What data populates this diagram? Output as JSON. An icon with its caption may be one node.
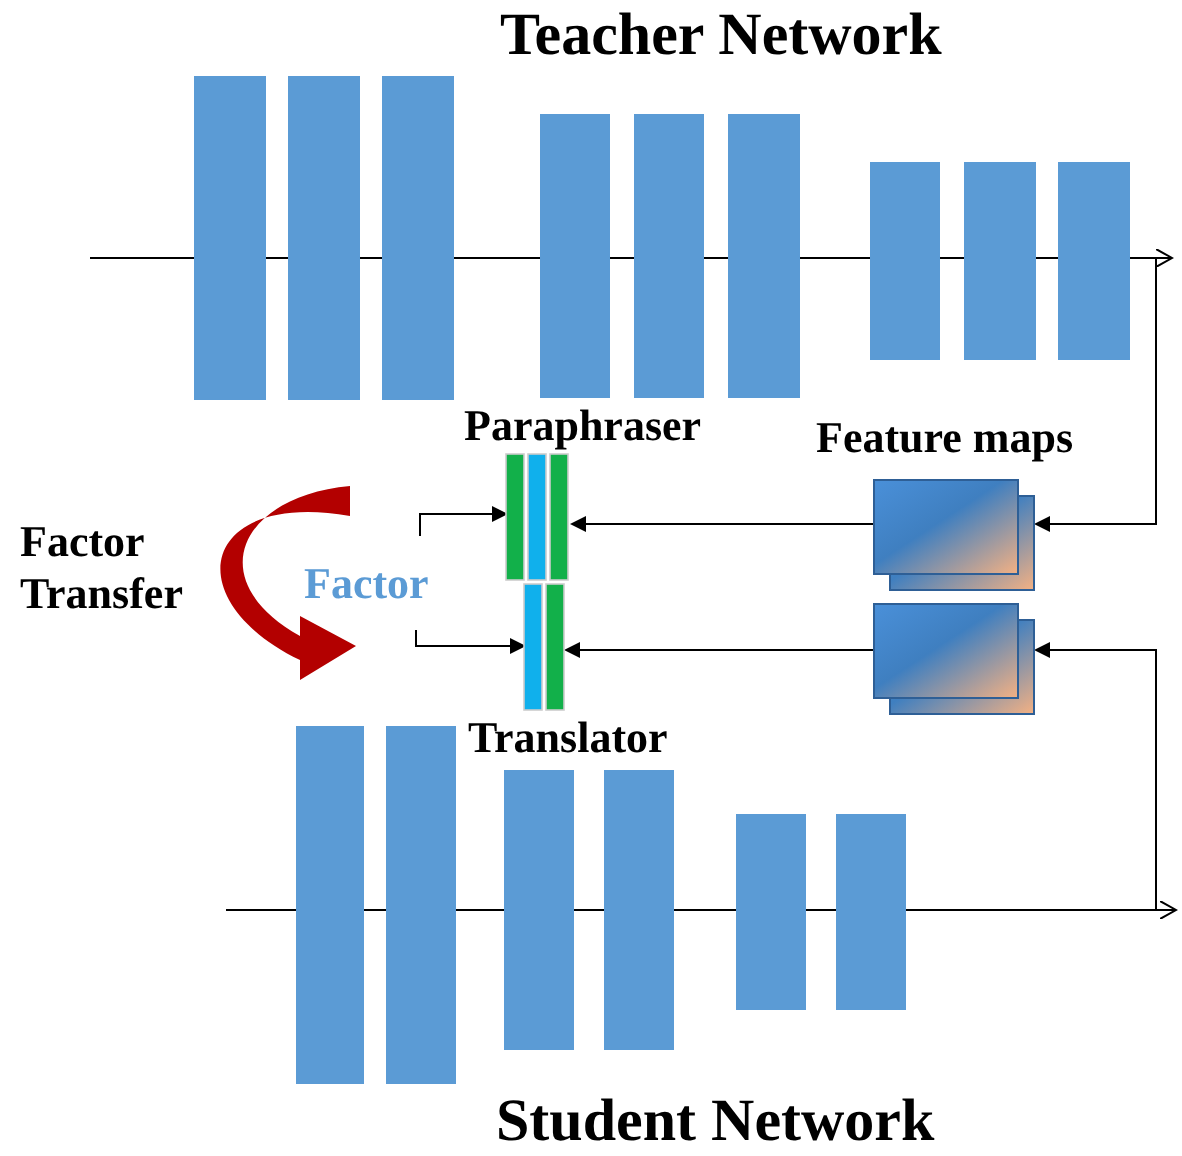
{
  "diagram": {
    "nodes": [
      {
        "text": [],
        "shape": "bar"
      },
      {
        "text": [],
        "shape": "bar"
      },
      {
        "text": [],
        "shape": "bar"
      },
      {
        "text": [],
        "shape": "bar"
      },
      {
        "text": [],
        "shape": "bar"
      },
      {
        "text": [],
        "shape": "bar"
      },
      {
        "text": [],
        "shape": "bar"
      },
      {
        "text": [],
        "shape": "bar"
      },
      {
        "text": [],
        "shape": "bar"
      },
      {
        "text": [
          "Paraphraser"
        ]
      },
      {
        "text": [
          "Feature maps"
        ]
      },
      {
        "text": [],
        "shape": "picture"
      },
      {
        "text": [
          "Translator"
        ]
      },
      {
        "text": [],
        "shape": "bar"
      },
      {
        "text": [],
        "shape": "bar"
      },
      {
        "text": [],
        "shape": "bar"
      },
      {
        "text": [],
        "shape": "bar"
      },
      {
        "text": [],
        "shape": "bar"
      },
      {
        "text": [],
        "shape": "bar"
      }
    ],
    "edges": [
      {
        "from": null,
        "to": 10,
        "arrow": "to"
      },
      {
        "from": 10,
        "to": 9,
        "arrow": "to"
      },
      {
        "from": null,
        "to": 11,
        "arrow": "to"
      },
      {
        "from": 11,
        "to": 12,
        "arrow": "to"
      },
      {
        "from": null,
        "to": 9,
        "arrow": "to"
      },
      {
        "from": null,
        "to": 12,
        "arrow": "to"
      }
    ],
    "labels": [
      "Teacher Network",
      "Factor Transfer",
      "Factor",
      "Student Network"
    ]
  }
}
